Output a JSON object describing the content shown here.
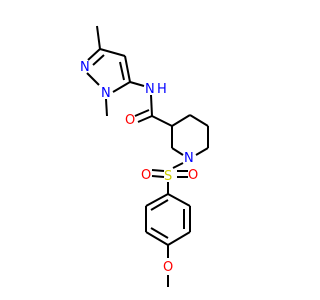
{
  "colors": {
    "bond": "#000000",
    "nitrogen": "#0000ff",
    "oxygen": "#ff0000",
    "sulfur": "#cccc00",
    "background": "#ffffff"
  },
  "atoms": {
    "pyrazole_n2": "N",
    "pyrazole_n1": "N",
    "amide_n": "N",
    "amide_h": "H",
    "amide_o": "O",
    "piperidine_n": "N",
    "sulfonyl_s": "S",
    "sulfonyl_o_left": "O",
    "sulfonyl_o_right": "O",
    "ether_o": "O"
  }
}
